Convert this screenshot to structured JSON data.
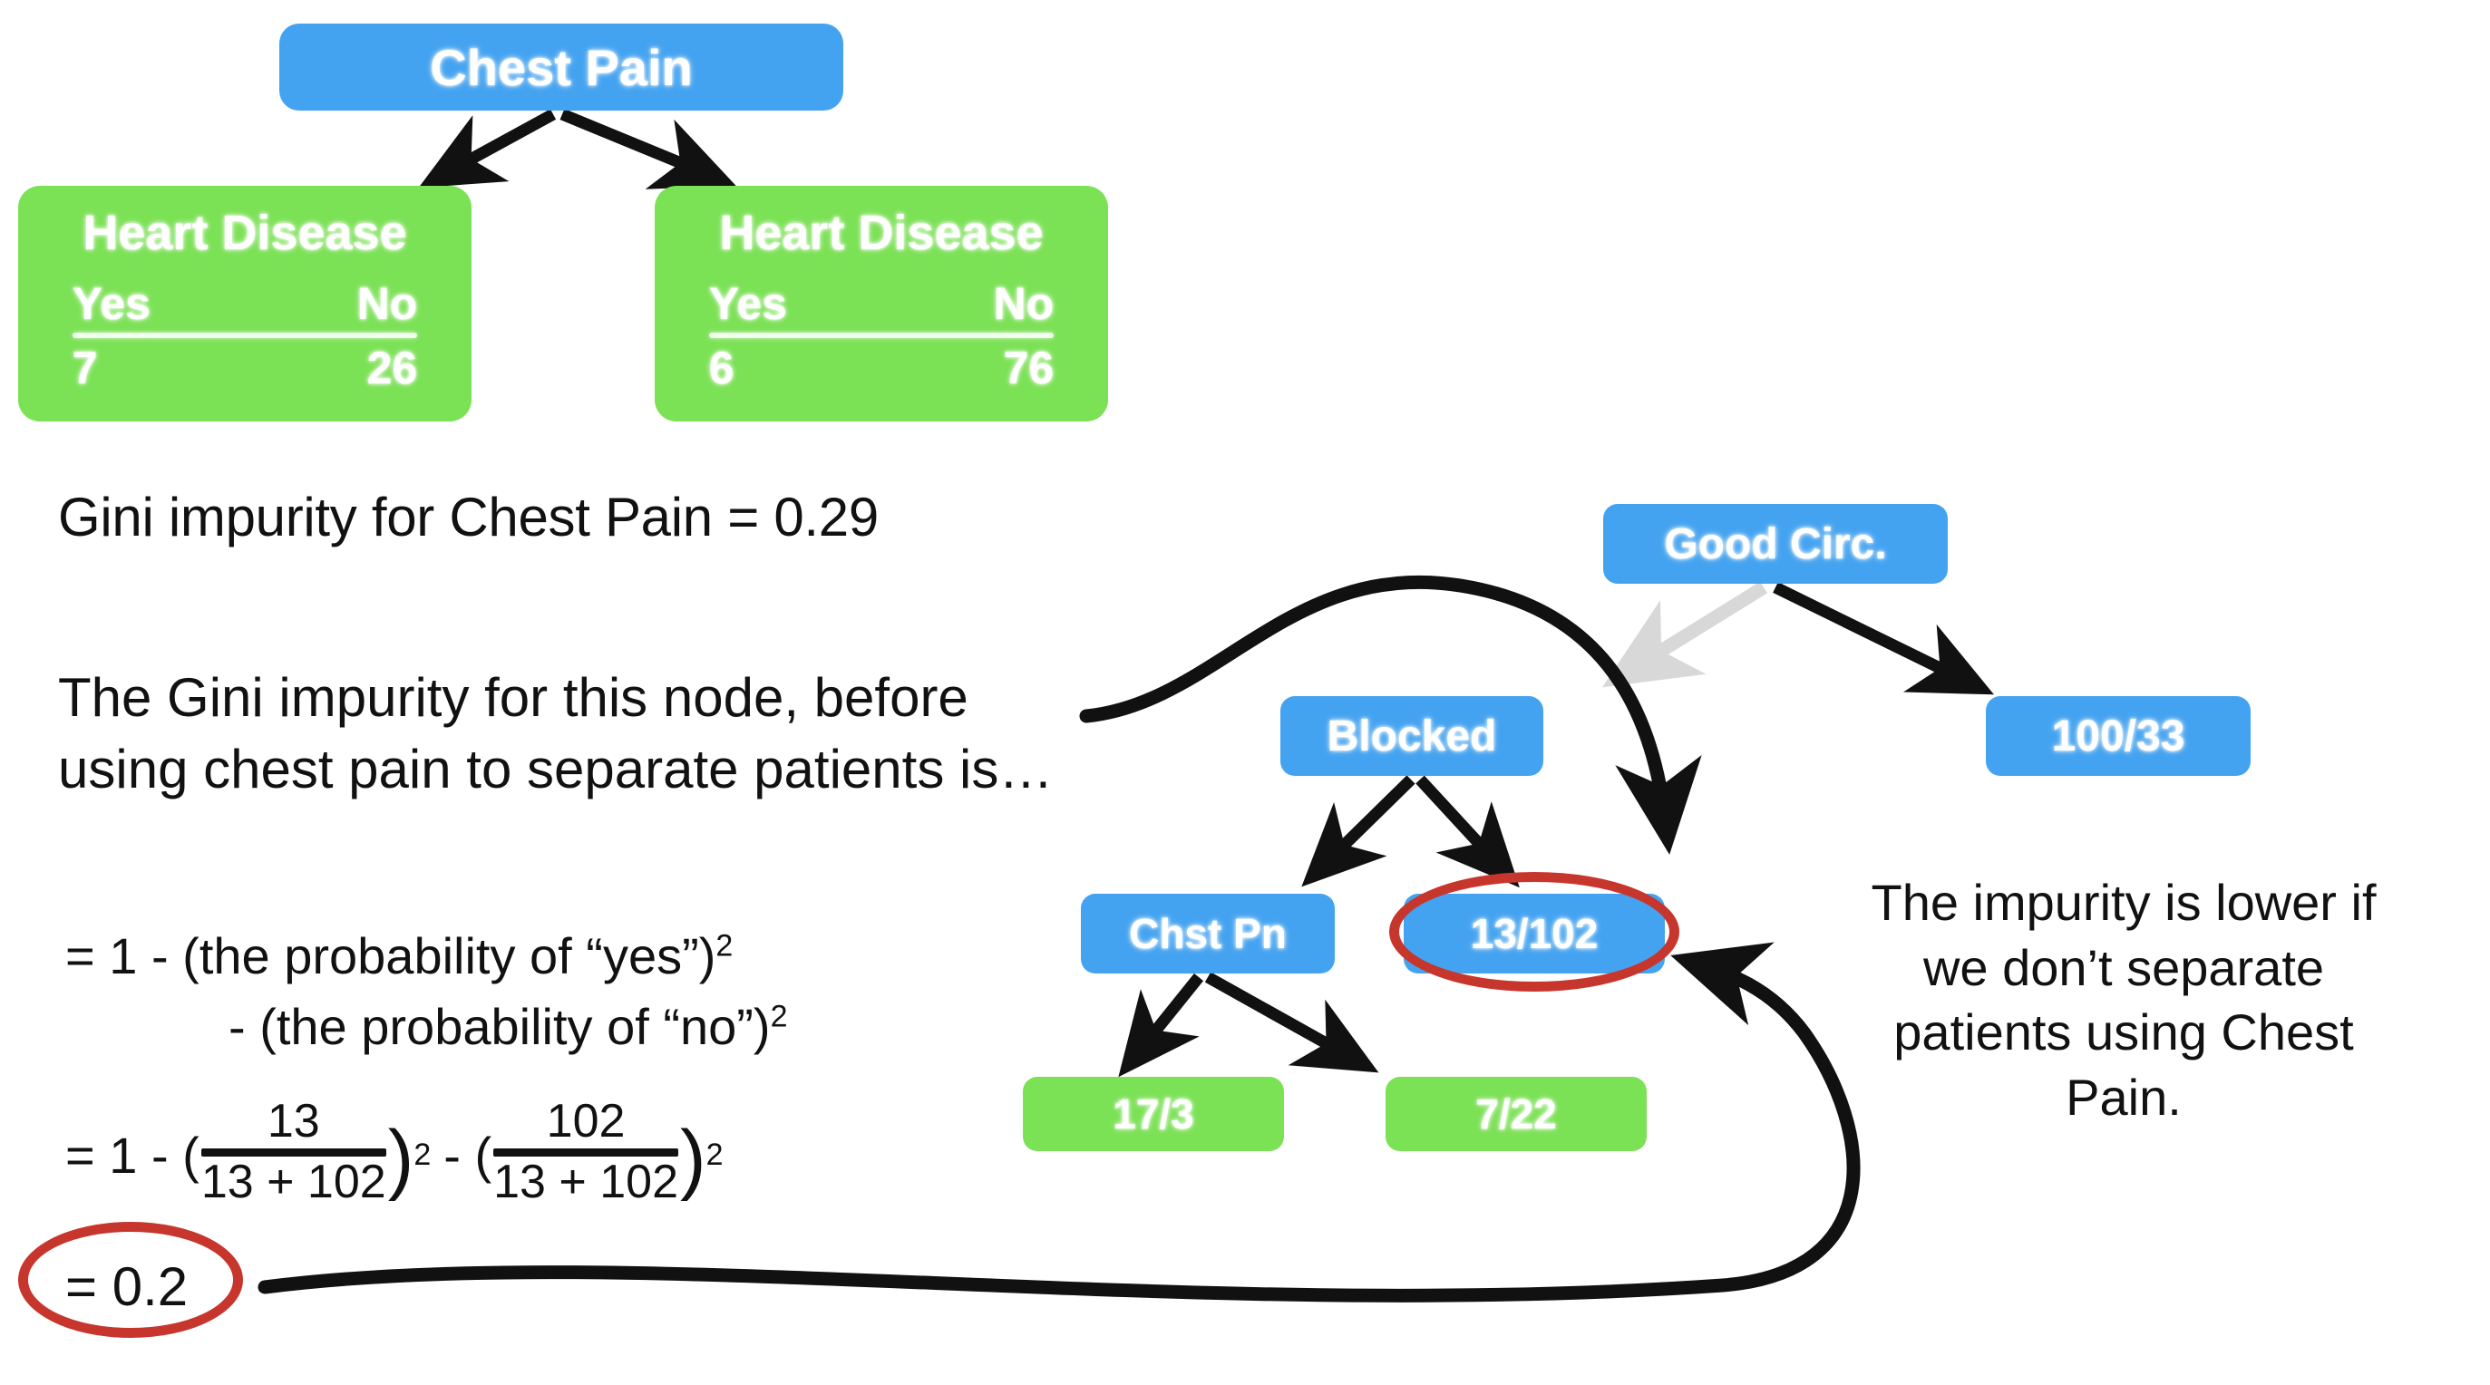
{
  "top_tree": {
    "root": {
      "label": "Chest Pain"
    },
    "left_leaf": {
      "title": "Heart Disease",
      "col_yes": "Yes",
      "col_no": "No",
      "val_yes": "7",
      "val_no": "26"
    },
    "right_leaf": {
      "title": "Heart Disease",
      "col_yes": "Yes",
      "col_no": "No",
      "val_yes": "6",
      "val_no": "76"
    }
  },
  "gini_line": "Gini impurity for Chest Pain = 0.29",
  "paragraph": "The Gini impurity for this node, before using chest pain to separate patients is…",
  "formula": {
    "line1_pre": "= 1 - (the probability of “yes”)",
    "line1_exp": "2",
    "line2_pre": "- (the probability of “no”)",
    "line2_exp": "2",
    "line3_lead": "= 1 - (",
    "frac1_num": "13",
    "frac1_den": "13 + 102",
    "exp1": "2",
    "mid": "- (",
    "frac2_num": "102",
    "frac2_den": "13 + 102",
    "exp2": "2",
    "close": ")"
  },
  "result": "= 0.2",
  "right_tree": {
    "good_circ": "Good Circ.",
    "blocked": "Blocked",
    "hundred_33": "100/33",
    "chst_pn": "Chst Pn",
    "thirteen_102": "13/102",
    "seventeen_3": "17/3",
    "seven_22": "7/22"
  },
  "note": "The impurity is lower if we don’t separate patients using Chest Pain.",
  "colors": {
    "blue": "#44A3F0",
    "green": "#7BE155",
    "red": "#C7362C",
    "black": "#111111",
    "gray_arrow": "#D8D8D8",
    "background": "#FFFFFF"
  }
}
